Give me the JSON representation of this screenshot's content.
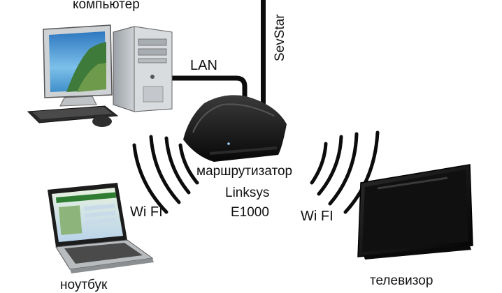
{
  "labels": {
    "computer": "компьютер",
    "lan": "LAN",
    "isp": "SevStar",
    "router": "маршрутизатор",
    "router_model": "Linksys",
    "router_model_number": "E1000",
    "wifi_left": "Wi FI",
    "wifi_right": "Wi FI",
    "laptop": "ноутбук",
    "tv": "телевизор"
  },
  "colors": {
    "cable": "#0c0c0c",
    "device_dark": "#1a1a1a",
    "case_grey": "#c9ccd0",
    "screen_blue": "#5fa8d8"
  }
}
